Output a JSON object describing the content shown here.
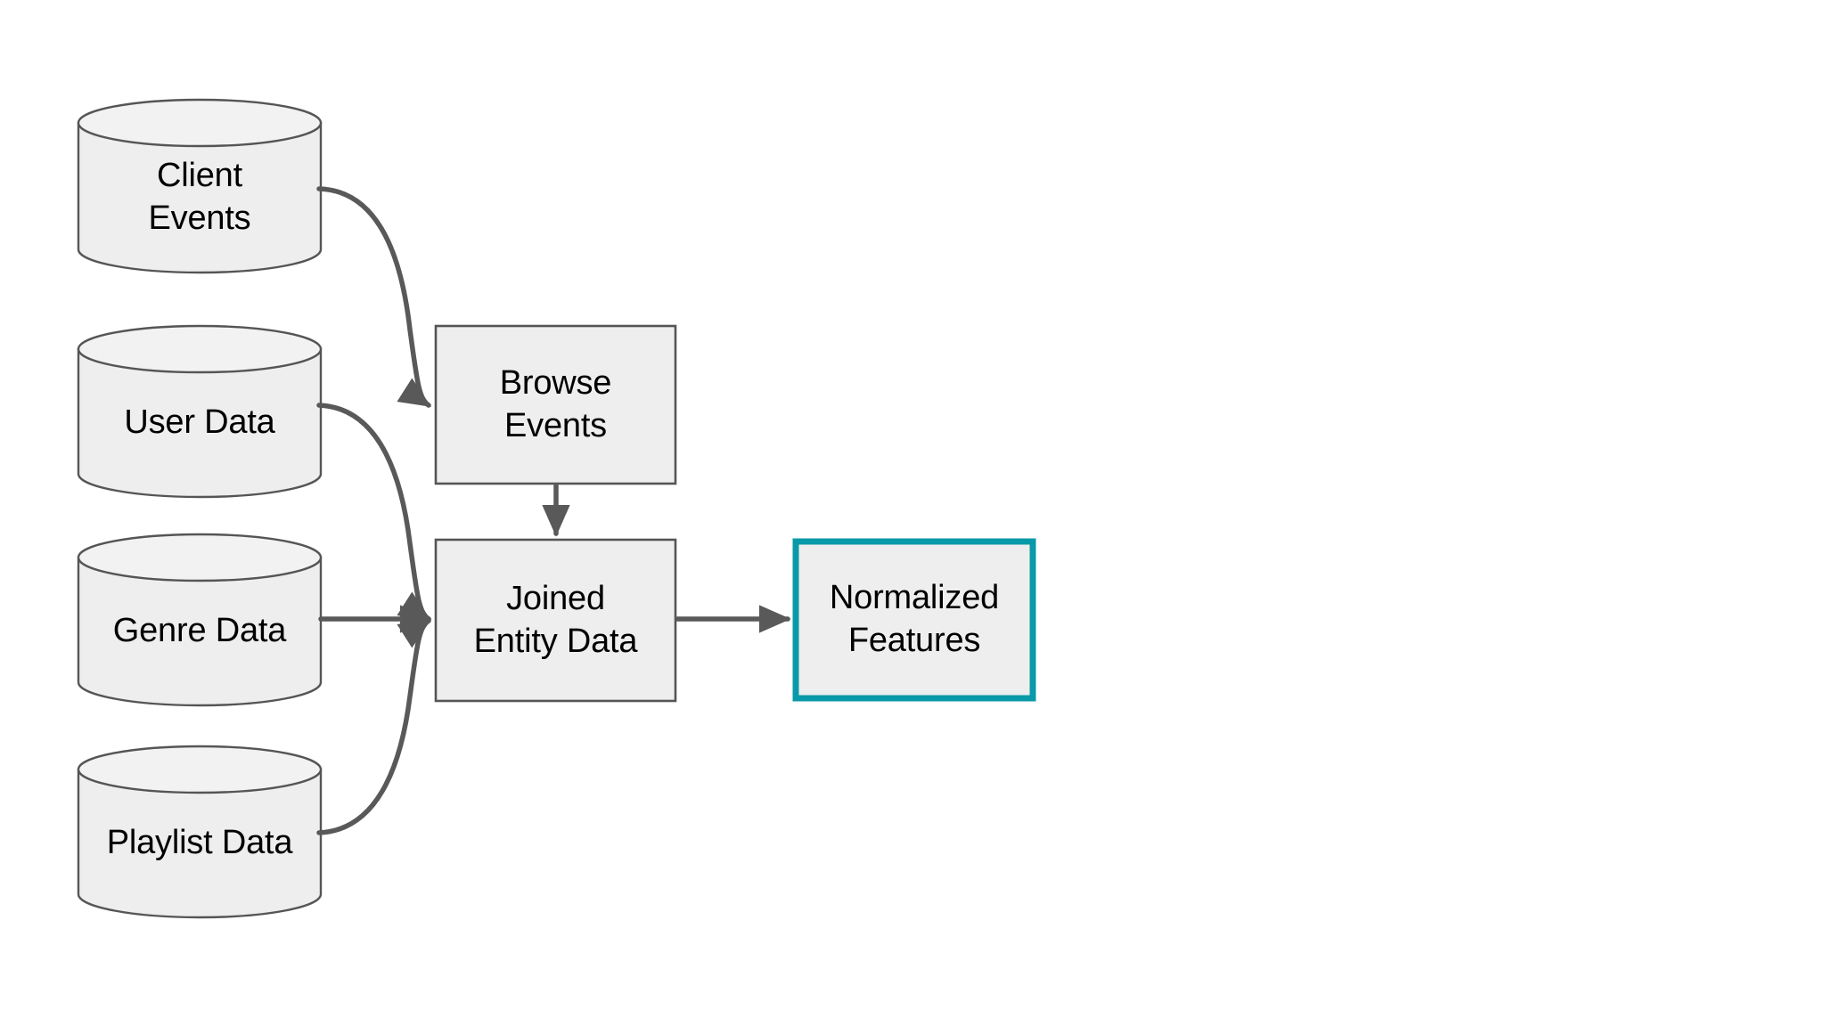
{
  "diagram": {
    "type": "data-pipeline-flowchart",
    "background_color": "#ffffff",
    "colors": {
      "node_fill": "#eeeeee",
      "node_stroke": "#555555",
      "highlight_stroke": "#0a99a8",
      "edge_stroke": "#595959",
      "text": "#000000"
    },
    "sources": [
      {
        "id": "client-events",
        "label": "Client\nEvents",
        "shape": "cylinder"
      },
      {
        "id": "user-data",
        "label": "User Data",
        "shape": "cylinder"
      },
      {
        "id": "genre-data",
        "label": "Genre Data",
        "shape": "cylinder"
      },
      {
        "id": "playlist-data",
        "label": "Playlist Data",
        "shape": "cylinder"
      }
    ],
    "processes": [
      {
        "id": "browse-events",
        "label": "Browse\nEvents",
        "shape": "rectangle",
        "highlighted": false
      },
      {
        "id": "joined-entity-data",
        "label": "Joined\nEntity Data",
        "shape": "rectangle",
        "highlighted": false
      },
      {
        "id": "normalized-features",
        "label": "Normalized\nFeatures",
        "shape": "rectangle",
        "highlighted": true
      }
    ],
    "edges": [
      {
        "id": "edge-client-events-to-browse-events",
        "from": "client-events",
        "to": "browse-events",
        "style": "curved"
      },
      {
        "id": "edge-user-data-to-joined-entity-data",
        "from": "user-data",
        "to": "joined-entity-data",
        "style": "curved"
      },
      {
        "id": "edge-genre-data-to-joined-entity-data",
        "from": "genre-data",
        "to": "joined-entity-data",
        "style": "straight"
      },
      {
        "id": "edge-playlist-data-to-joined-entity-data",
        "from": "playlist-data",
        "to": "joined-entity-data",
        "style": "curved"
      },
      {
        "id": "edge-browse-events-to-joined-entity-data",
        "from": "browse-events",
        "to": "joined-entity-data",
        "style": "straight"
      },
      {
        "id": "edge-joined-entity-data-to-normalized-features",
        "from": "joined-entity-data",
        "to": "normalized-features",
        "style": "straight"
      }
    ]
  }
}
